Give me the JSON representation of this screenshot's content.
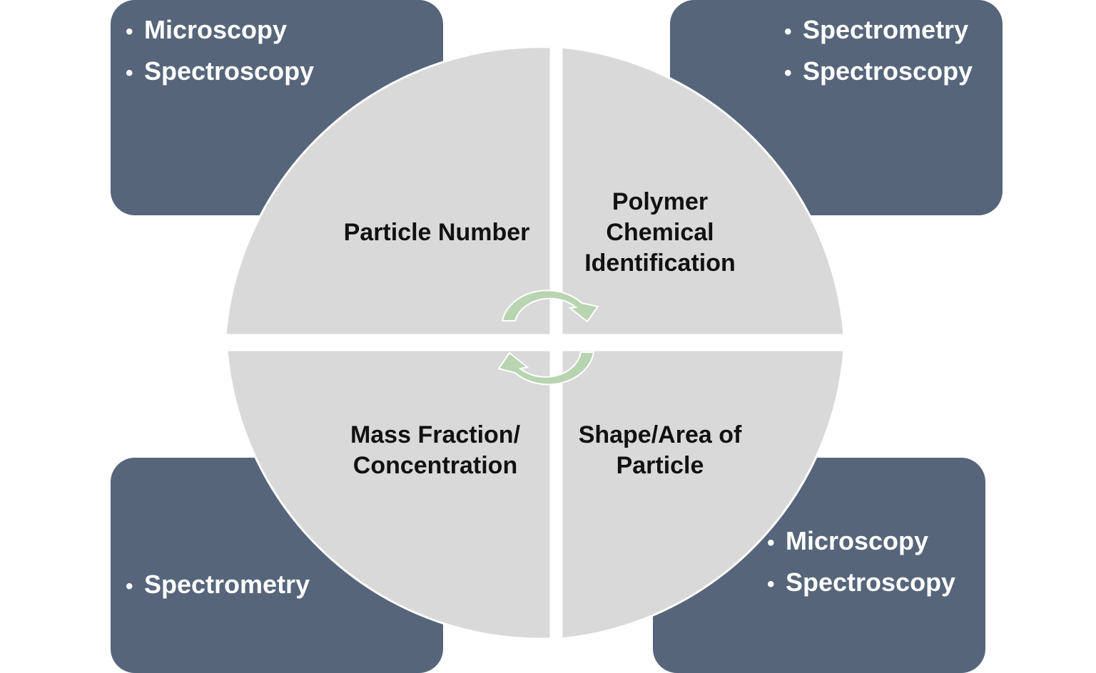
{
  "diagram": {
    "quadrants": [
      {
        "id": "top-left",
        "label_lines": [
          "Particle Number"
        ],
        "methods": [
          "Microscopy",
          "Spectroscopy"
        ]
      },
      {
        "id": "top-right",
        "label_lines": [
          "Polymer",
          "Chemical",
          "Identification"
        ],
        "methods": [
          "Spectrometry",
          "Spectroscopy"
        ]
      },
      {
        "id": "bottom-left",
        "label_lines": [
          "Mass Fraction/",
          "Concentration"
        ],
        "methods": [
          "Spectrometry"
        ]
      },
      {
        "id": "bottom-right",
        "label_lines": [
          "Shape/Area of",
          "Particle"
        ],
        "methods": [
          "Microscopy",
          "Spectroscopy"
        ]
      }
    ],
    "colors": {
      "method_box": "#56657a",
      "quadrant_fill": "#d9d9d9",
      "cycle_arrow": "#b8d4b0",
      "text_dark": "#111111",
      "text_light": "#ffffff"
    },
    "center_icon": "cycle-arrows-icon"
  }
}
